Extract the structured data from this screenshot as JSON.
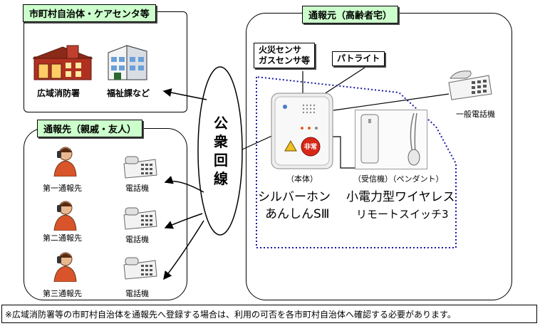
{
  "municipal": {
    "title": "市町村自治体・ケアセンタ等",
    "fire_station": "広域消防署",
    "welfare": "福祉課など"
  },
  "recipients": {
    "title": "通報先（親戚・友人）",
    "items": [
      {
        "label": "第一通報先",
        "phone": "電話機"
      },
      {
        "label": "第二通報先",
        "phone": "電話機"
      },
      {
        "label": "第三通報先",
        "phone": "電話機"
      }
    ]
  },
  "public_line": {
    "chars": [
      "公",
      "衆",
      "回",
      "線"
    ]
  },
  "origin": {
    "title": "通報元（高齢者宅）",
    "sensor_line1": "火災センサ",
    "sensor_line2": "ガスセンサ等",
    "patlight": "パトライト",
    "general_phone": "一般電話機",
    "main_unit_caption": "（本体）",
    "product_line1": "シルバーホン",
    "product_line2": "あんしんSⅢ",
    "receiver_caption": "（受信機）（ペンダント）",
    "wireless_line1": "小電力型ワイヤレス",
    "wireless_line2": "リモートスイッチ3",
    "emergency_button": "非常"
  },
  "footnote": "※広域消防署等の市町村自治体を通報先へ登録する場合は、利用の可否を各市町村自治体へ確認する必要があります。"
}
